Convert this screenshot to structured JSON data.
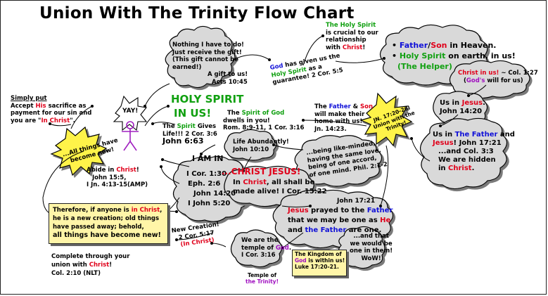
{
  "title": "Union With The Trinity Flow Chart",
  "yay": "YAY!",
  "simply_put": {
    "lines": [
      "Simply put",
      "Accept ",
      "His",
      " sacrifice as",
      "payment for our sin and",
      "you are \"",
      "In Christ",
      "\"."
    ]
  },
  "all_things_burst": [
    "...All things have",
    "become new!"
  ],
  "gift_cloud": [
    "Nothing I have to do!",
    "Just receive the gift!",
    "(This gift cannot be",
    "earned!)",
    "A gift to us!",
    "Acts 10:45"
  ],
  "god_given": [
    "God",
    " has given us the",
    "Holy Spirit",
    " as a",
    "guarantee! 2 Cor. 5:5"
  ],
  "holy_spirit_crucial": [
    "The Holy Spirit",
    "is crucial to our",
    "relationship",
    "with ",
    "Christ",
    "!"
  ],
  "father_son_cloud": [
    "Father",
    "/",
    "Son",
    " in Heaven.",
    "Holy Spirit",
    " on earth, in us!",
    "(The Helper)"
  ],
  "christ_in_us": [
    "Christ in us!",
    " ~ Col. 1:27",
    "(",
    "God's",
    " will for us)"
  ],
  "us_in_jesus": [
    "Us in ",
    "Jesus",
    ".",
    "John 14:20"
  ],
  "us_in_father": [
    "Us in ",
    "The Father",
    " and",
    "Jesus",
    "! John 17:21",
    "...and Col. 3:3",
    "We are hidden",
    "in ",
    "Christ",
    "."
  ],
  "holy_spirit_in_us": [
    "HOLY SPIRIT",
    "IN US!"
  ],
  "spirit_of_god": [
    "The ",
    "Spirit of God",
    "dwells in you!",
    "Rom. 8:9-11, 1 Cor. 3:16"
  ],
  "spirit_gives_life": [
    "The ",
    "Spirit",
    " Gives",
    "Life!!! 2 Cor. 3:6",
    "John 6:63"
  ],
  "father_son_home": [
    "The ",
    "Father",
    " & ",
    "Son",
    "will make their",
    "home with us!",
    "Jn. 14:23."
  ],
  "jn_burst": [
    "JN. 17:20-26!",
    "Union with the",
    "Trinity!"
  ],
  "like_minded": [
    "...being like-minded,",
    "having the same love,",
    "being of one accord,",
    "of one mind. Phil. 2:1-2"
  ],
  "life_abundantly": [
    "Life Abundantly!",
    "John 10:10"
  ],
  "i_am_in": "I AM IN",
  "center_cloud": [
    "I Cor. 1:30",
    "Eph. 2:6",
    "John 14:20",
    "I John 5:20"
  ],
  "christ_jesus": "...CHRIST JESUS!",
  "in_christ_alive": [
    "In ",
    "Christ",
    ", all shall be",
    "made alive! I Cor. 15:22"
  ],
  "abide": [
    "Abide in ",
    "Christ",
    "!",
    "John 15:5,",
    "I Jn. 4:13-15(AMP)"
  ],
  "therefore_box": [
    "Therefore, if anyone is ",
    "in Christ",
    ",",
    "he is a new creation; old things",
    "have passed away; behold,",
    "all things have become new!"
  ],
  "new_creation": [
    "New Creation!",
    "2 Cor. 5:17",
    "(In Christ)"
  ],
  "complete": [
    "Complete through your",
    "union with ",
    "Christ",
    "!",
    "Col. 2:10 (NLT)"
  ],
  "john_17_21": [
    "John 17:21",
    "Jesus",
    " prayed to the ",
    "Father",
    "that we may be one as ",
    "He",
    "and ",
    "the Father",
    " are one."
  ],
  "temple_cloud": [
    "We are the",
    "temple of ",
    "God",
    ".",
    "I Cor. 3:16"
  ],
  "kingdom_box": [
    "The Kingdom of",
    "God",
    " is within us!",
    "Luke 17:20-21."
  ],
  "would_be_one": [
    "...and that",
    "we would be",
    "one in them!",
    "WoW!"
  ],
  "temple_trinity": [
    "Temple of",
    "the Trinity!"
  ],
  "colors": {
    "red": "#e0001a",
    "blue": "#1010d8",
    "green": "#10a010",
    "purple": "#a010c0",
    "cloud": "#d9d9d9",
    "yellow_box": "#fff5a8",
    "burst": "#fff34a"
  }
}
